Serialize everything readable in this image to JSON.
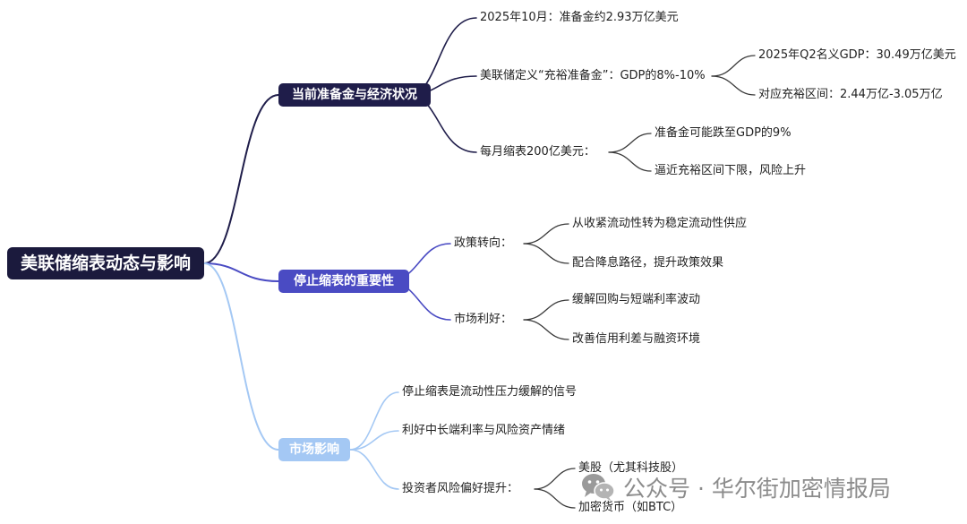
{
  "root": "美联储缩表动态与影响",
  "branches": [
    {
      "label": "当前准备金与经济状况",
      "items": [
        {
          "label": "2025年10月：准备金约2.93万亿美元"
        },
        {
          "label": "美联储定义“充裕准备金”：GDP的8%-10%",
          "children": [
            "2025年Q2名义GDP：30.49万亿美元",
            "对应充裕区间：2.44万亿-3.05万亿"
          ]
        },
        {
          "label": "每月缩表200亿美元：",
          "children": [
            "准备金可能跌至GDP的9%",
            "逼近充裕区间下限，风险上升"
          ]
        }
      ]
    },
    {
      "label": "停止缩表的重要性",
      "items": [
        {
          "label": "政策转向：",
          "children": [
            "从收紧流动性转为稳定流动性供应",
            "配合降息路径，提升政策效果"
          ]
        },
        {
          "label": "市场利好：",
          "children": [
            "缓解回购与短端利率波动",
            "改善信用利差与融资环境"
          ]
        }
      ]
    },
    {
      "label": "市场影响",
      "items": [
        {
          "label": "停止缩表是流动性压力缓解的信号"
        },
        {
          "label": "利好中长端利率与风险资产情绪"
        },
        {
          "label": "投资者风险偏好提升：",
          "children": [
            "美股（尤其科技股）",
            "加密货币（如BTC）"
          ]
        }
      ]
    }
  ],
  "watermark": "公众号 · 华尔街加密情报局",
  "colors": {
    "root": "#1b1a3d",
    "branch1": "#1f1d4a",
    "branch2": "#4a4bc3",
    "branch3": "#a4c8f4",
    "link1": "#1f1d4a",
    "link2": "#4a4bc3",
    "link3": "#a4c8f4",
    "sub_link": "#3a3a3a"
  }
}
